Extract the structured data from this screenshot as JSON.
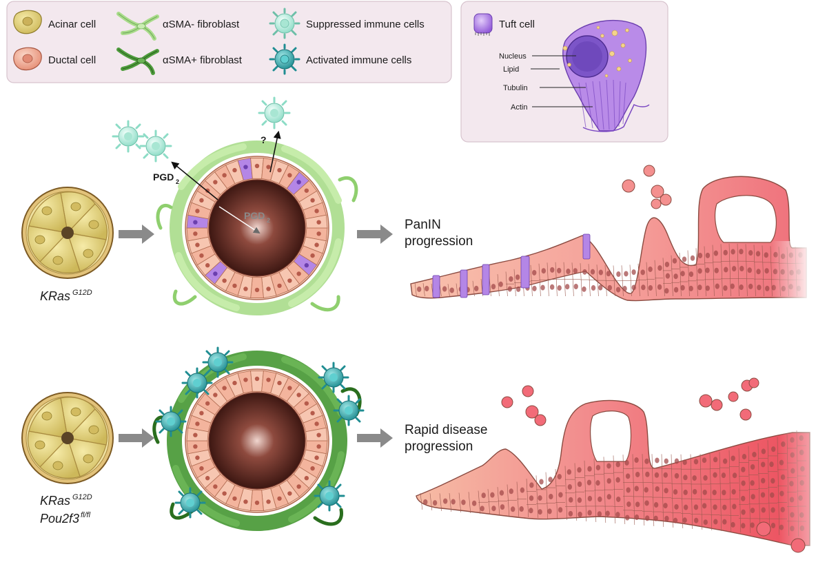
{
  "legend": {
    "acinar_cell": "Acinar cell",
    "ductal_cell": "Ductal cell",
    "fibroblast_neg": "αSMA- fibroblast",
    "fibroblast_pos": "αSMA+ fibroblast",
    "suppressed_immune": "Suppressed immune cells",
    "activated_immune": "Activated immune cells"
  },
  "tuft_panel": {
    "title": "Tuft cell",
    "nucleus": "Nucleus",
    "lipid": "Lipid",
    "tubulin": "Tubulin",
    "actin": "Actin"
  },
  "top_row": {
    "genotype_main": "KRas",
    "genotype_sup": "G12D",
    "signal_main": "PGD",
    "signal_sub": "2",
    "unknown_signal": "?",
    "outcome_line1": "PanIN",
    "outcome_line2": "progression"
  },
  "bottom_row": {
    "genotype1_main": "KRas",
    "genotype1_sup": "G12D",
    "genotype2_main": "Pou2f3",
    "genotype2_sup": "fl/fl",
    "outcome_line1": "Rapid disease",
    "outcome_line2": "progression"
  },
  "colors": {
    "legend_bg": "#f3e8ee",
    "legend_border": "#d7c3cd",
    "acinar": "#e3d27a",
    "ductal": "#f2b29a",
    "fibroblast_neg": "#a9dc8a",
    "fibroblast_pos": "#4e9c3c",
    "immune_suppressed": "#bdeee0",
    "immune_activated": "#3fb6b8",
    "tuft": "#a57ae0",
    "arrow_grey": "#8a8a8a",
    "lumen": "#4a1e18"
  }
}
